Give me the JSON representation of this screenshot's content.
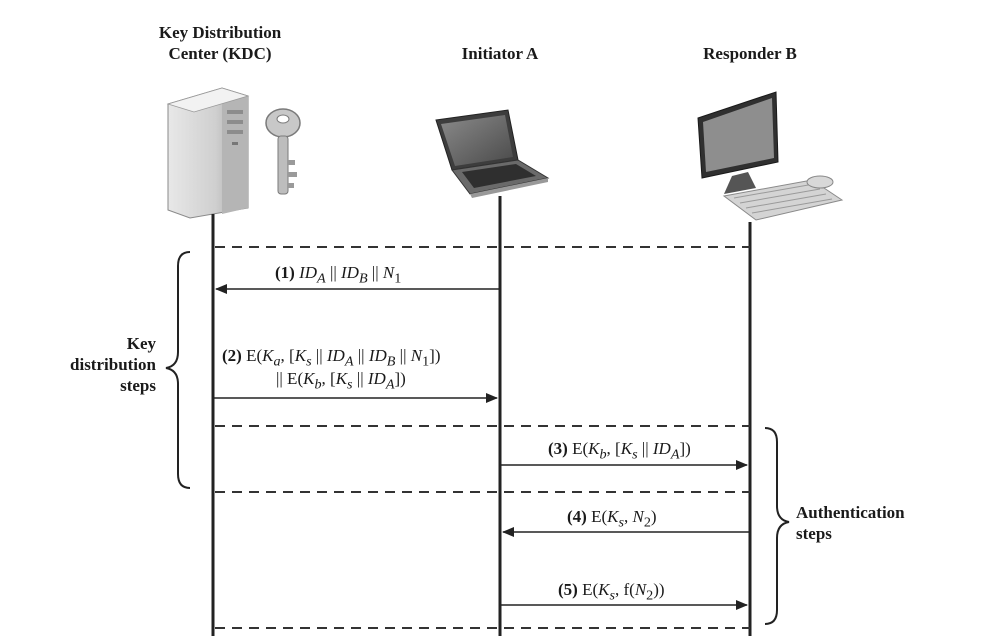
{
  "entities": {
    "kdc_line1": "Key Distribution",
    "kdc_line2": "Center (KDC)",
    "initiator": "Initiator A",
    "responder": "Responder B"
  },
  "groups": {
    "key_dist": [
      "Key",
      "distribution",
      "steps"
    ],
    "auth": [
      "Authentication",
      "steps"
    ]
  },
  "steps": [
    {
      "num": "(1)",
      "text_html": "<i>ID<sub>A</sub></i> || <i>ID<sub>B</sub></i> || <i>N</i><sub>1</sub>"
    },
    {
      "num": "(2)",
      "text_html": "E(<i>K<sub>a</sub></i>, [<i>K<sub>s</sub></i> || <i>ID<sub>A</sub></i> || <i>ID<sub>B</sub></i> || <i>N</i><sub>1</sub>])",
      "line2_html": "|| E(<i>K<sub>b</sub></i>, [<i>K<sub>s</sub></i> || <i>ID<sub>A</sub></i>])"
    },
    {
      "num": "(3)",
      "text_html": "E(<i>K<sub>b</sub></i>, [<i>K<sub>s</sub></i> || <i>ID<sub>A</sub></i>])"
    },
    {
      "num": "(4)",
      "text_html": "E(<i>K<sub>s</sub></i>, <i>N</i><sub>2</sub>)"
    },
    {
      "num": "(5)",
      "text_html": "E(<i>K<sub>s</sub></i>, f(<i>N</i><sub>2</sub>))"
    }
  ]
}
